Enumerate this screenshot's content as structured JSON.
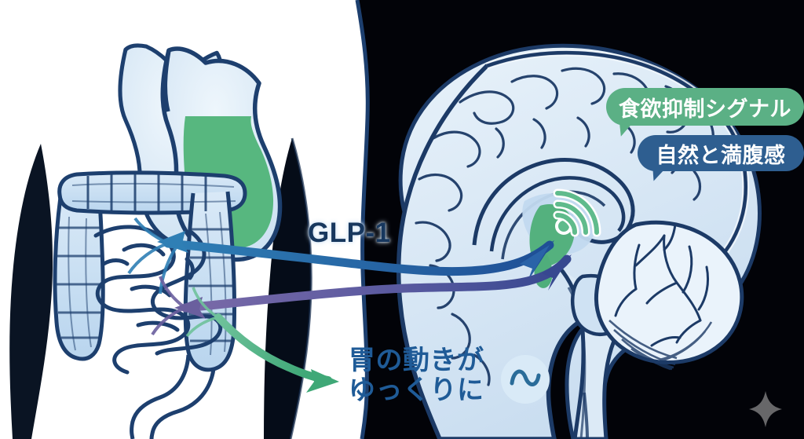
{
  "scene": {
    "title_alt": "GLP-1 gut-brain axis illustration",
    "background_left": "#ffffff",
    "background_right": "#020308"
  },
  "labels": {
    "glp1": "GLP-1",
    "gastric_line1": "胃の動きが",
    "gastric_line2": "ゆっくりに"
  },
  "pills": {
    "appetite": {
      "text": "食欲抑制シグナル",
      "color": "#5bb085"
    },
    "satiety": {
      "text": "自然と満腹感",
      "color": "#2e5e90"
    }
  },
  "icons": {
    "wave_badge": "slow-wave-icon",
    "brain_signal": "broadcast-signal-icon",
    "sparkle": "sparkle-icon"
  },
  "anatomy": {
    "stomach": {
      "name": "stomach",
      "fill": "#d6e6f4",
      "contents_fill": "#57b77f",
      "outline": "#1d3f6e"
    },
    "large_intestine": {
      "name": "large-intestine",
      "fill": "#bed8ef",
      "outline": "#1d3f6e"
    },
    "small_intestine": {
      "name": "small-intestine",
      "fill": "#d6e6f4",
      "outline": "#1d3f6e"
    },
    "brain": {
      "name": "brain-sagittal",
      "fill": "#dceaf6",
      "outline": "#1c3a66"
    },
    "cerebellum": {
      "name": "cerebellum",
      "fill": "#f2f8fd",
      "outline": "#1c3a66"
    },
    "hypothalamus": {
      "name": "hypothalamus-highlight",
      "fill": "#54b17e"
    },
    "body_silhouette": {
      "name": "body-silhouette",
      "fill": "#ffffff",
      "outline": "#1d3f6e"
    },
    "arm_shadow": {
      "name": "arm-silhouette",
      "fill": "#0a1423"
    }
  },
  "arrows": {
    "glp1_upper": {
      "name": "glp1-signal-arrow-upper",
      "color_from": "#2f7fb5",
      "color_to": "#1f4f96"
    },
    "glp1_lower": {
      "name": "glp1-signal-arrow-lower",
      "color_from": "#6a5f9e",
      "color_to": "#3b4a8f"
    },
    "gastric": {
      "name": "gastric-slowing-arrow",
      "color": "#54b187"
    }
  }
}
